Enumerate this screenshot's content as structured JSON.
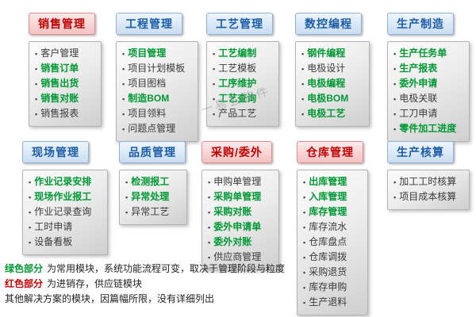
{
  "watermark": "一易云软件",
  "colors": {
    "header_red": "#c00000",
    "header_red_bg": "#f5c2c2",
    "header_blue": "#1c5ca8",
    "header_blue_bg": "#c9ddf1",
    "item_green": "#009933",
    "item_black": "#3a3a3a"
  },
  "groups": [
    {
      "title": "销售管理",
      "accent": "red",
      "items": [
        {
          "label": "客户管理",
          "highlight": false
        },
        {
          "label": "销售订单",
          "highlight": true
        },
        {
          "label": "销售出货",
          "highlight": true
        },
        {
          "label": "销售对账",
          "highlight": true
        },
        {
          "label": "销售报表",
          "highlight": false
        }
      ]
    },
    {
      "title": "工程管理",
      "accent": "blue",
      "items": [
        {
          "label": "项目管理",
          "highlight": true
        },
        {
          "label": "项目计划模板",
          "highlight": false
        },
        {
          "label": "项目图档",
          "highlight": false
        },
        {
          "label": "制造BOM",
          "highlight": true
        },
        {
          "label": "项目领料",
          "highlight": false
        },
        {
          "label": "问题点管理",
          "highlight": false
        }
      ]
    },
    {
      "title": "工艺管理",
      "accent": "blue",
      "items": [
        {
          "label": "工艺编制",
          "highlight": true
        },
        {
          "label": "工艺模板",
          "highlight": false
        },
        {
          "label": "工序维护",
          "highlight": true
        },
        {
          "label": "工艺查询",
          "highlight": true
        },
        {
          "label": "产品工艺",
          "highlight": false
        }
      ]
    },
    {
      "title": "数控编程",
      "accent": "blue",
      "items": [
        {
          "label": "钢件编程",
          "highlight": true
        },
        {
          "label": "电极设计",
          "highlight": false
        },
        {
          "label": "电极编程",
          "highlight": true
        },
        {
          "label": "电极BOM",
          "highlight": true
        },
        {
          "label": "电极工艺",
          "highlight": true
        }
      ]
    },
    {
      "title": "生产制造",
      "accent": "blue",
      "items": [
        {
          "label": "生产任务单",
          "highlight": true
        },
        {
          "label": "生产报表",
          "highlight": true
        },
        {
          "label": "委外申请",
          "highlight": true
        },
        {
          "label": "电极关联",
          "highlight": false
        },
        {
          "label": "工刀申请",
          "highlight": false
        },
        {
          "label": "零件加工进度",
          "highlight": true
        }
      ]
    },
    {
      "title": "现场管理",
      "accent": "blue",
      "items": [
        {
          "label": "作业记录安排",
          "highlight": true
        },
        {
          "label": "现场作业报工",
          "highlight": true
        },
        {
          "label": "作业记录查询",
          "highlight": false
        },
        {
          "label": "工时申请",
          "highlight": false
        },
        {
          "label": "设备看板",
          "highlight": false
        }
      ]
    },
    {
      "title": "品质管理",
      "accent": "blue",
      "items": [
        {
          "label": "检测报工",
          "highlight": true
        },
        {
          "label": "异常处理",
          "highlight": true
        },
        {
          "label": "异常工艺",
          "highlight": false
        }
      ]
    },
    {
      "title": "采购/委外",
      "accent": "red",
      "items": [
        {
          "label": "申购单管理",
          "highlight": false
        },
        {
          "label": "采购单管理",
          "highlight": true
        },
        {
          "label": "采购对账",
          "highlight": true
        },
        {
          "label": "委外申请单",
          "highlight": true
        },
        {
          "label": "委外对账",
          "highlight": true
        },
        {
          "label": "供应商管理",
          "highlight": false
        }
      ]
    },
    {
      "title": "仓库管理",
      "accent": "red",
      "items": [
        {
          "label": "出库管理",
          "highlight": true
        },
        {
          "label": "入库管理",
          "highlight": true
        },
        {
          "label": "库存管理",
          "highlight": true
        },
        {
          "label": "库存流水",
          "highlight": false
        },
        {
          "label": "仓库盘点",
          "highlight": false
        },
        {
          "label": "仓库调拨",
          "highlight": false
        },
        {
          "label": "采购退货",
          "highlight": false
        },
        {
          "label": "库存申购",
          "highlight": false
        },
        {
          "label": "生产退料",
          "highlight": false
        }
      ]
    },
    {
      "title": "生产核算",
      "accent": "blue",
      "items": [
        {
          "label": "加工工时核算",
          "highlight": false
        },
        {
          "label": "项目成本核算",
          "highlight": false
        }
      ]
    }
  ],
  "notes": [
    {
      "prefix": "绿色部分",
      "prefix_color": "#009933",
      "text": "为常用模块，系统功能流程可变，取决于管理阶段与粒度"
    },
    {
      "prefix": "红色部分",
      "prefix_color": "#cc0000",
      "text": "为进销存，供应链模块"
    },
    {
      "prefix": "",
      "prefix_color": "",
      "text": "其他解决方案的模块，因篇幅所限，没有详细列出"
    }
  ]
}
